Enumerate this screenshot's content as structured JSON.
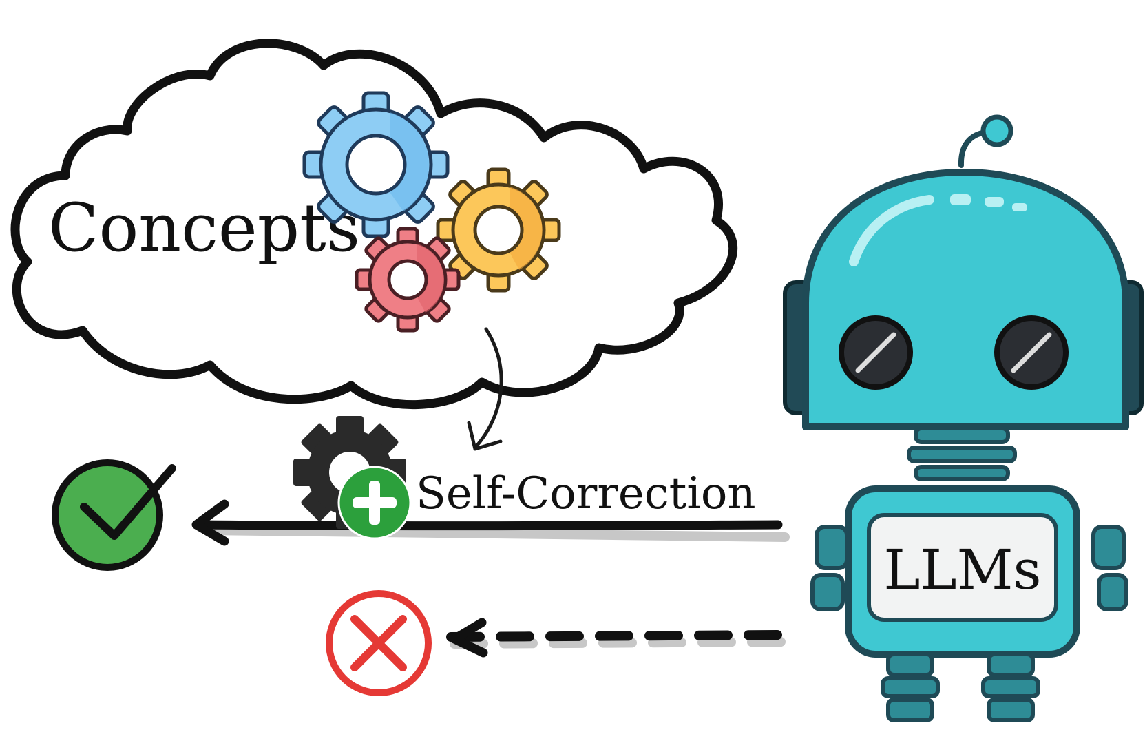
{
  "labels": {
    "concepts": "Concepts",
    "self_correction": "Self-Correction",
    "robot_screen": "LLMs"
  },
  "icons": {
    "cloud": "thought-cloud-icon",
    "concept_gears": "colored-gears-icon",
    "self_correction_badge": "gear-plus-icon",
    "success": "check-circle-icon",
    "failure": "x-circle-icon",
    "robot": "robot-icon"
  },
  "colors": {
    "gear_blue": "#8ecdf4",
    "gear_yellow": "#fcc75a",
    "gear_red": "#ef7f86",
    "robot_teal": "#3fc8d2",
    "robot_dark": "#1f4a56",
    "check_green": "#4bae4f",
    "plus_green": "#2ca03c",
    "fail_red": "#e53935"
  }
}
